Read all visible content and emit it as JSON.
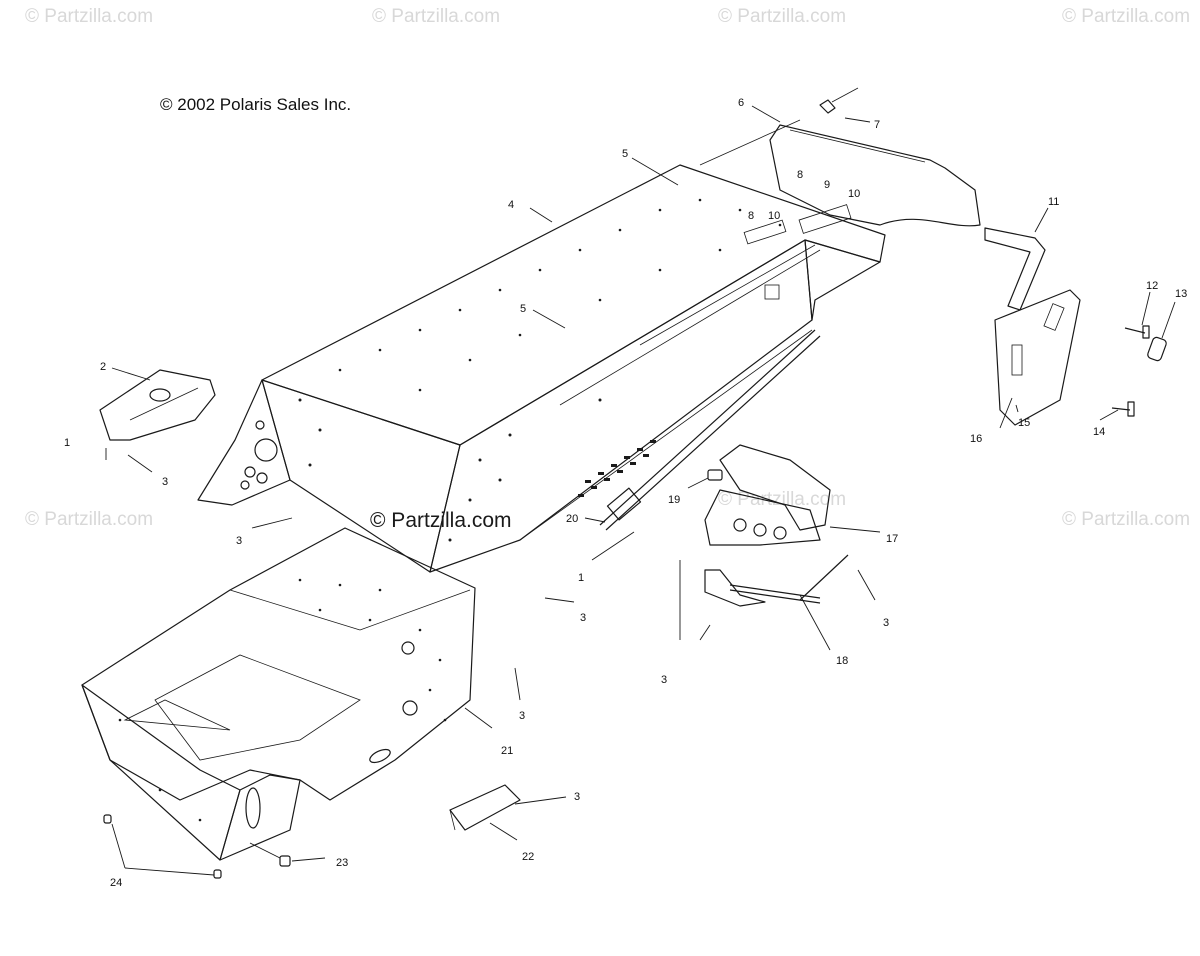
{
  "copyright": "© 2002 Polaris Sales Inc.",
  "watermark": "© Partzilla.com",
  "colors": {
    "line": "#1a1a1a",
    "background": "#ffffff",
    "watermark": "#d8d8d8"
  },
  "callouts": {
    "c1a": "1",
    "c1b": "1",
    "c2": "2",
    "c3a": "3",
    "c3b": "3",
    "c3c": "3",
    "c3d": "3",
    "c3e": "3",
    "c3f": "3",
    "c3g": "3",
    "c4": "4",
    "c5a": "5",
    "c5b": "5",
    "c6": "6",
    "c7": "7",
    "c8a": "8",
    "c8b": "8",
    "c9": "9",
    "c10a": "10",
    "c10b": "10",
    "c11": "11",
    "c12": "12",
    "c13": "13",
    "c14": "14",
    "c15": "15",
    "c16": "16",
    "c17": "17",
    "c18": "18",
    "c19": "19",
    "c20": "20",
    "c21": "21",
    "c22": "22",
    "c23": "23",
    "c24": "24"
  }
}
